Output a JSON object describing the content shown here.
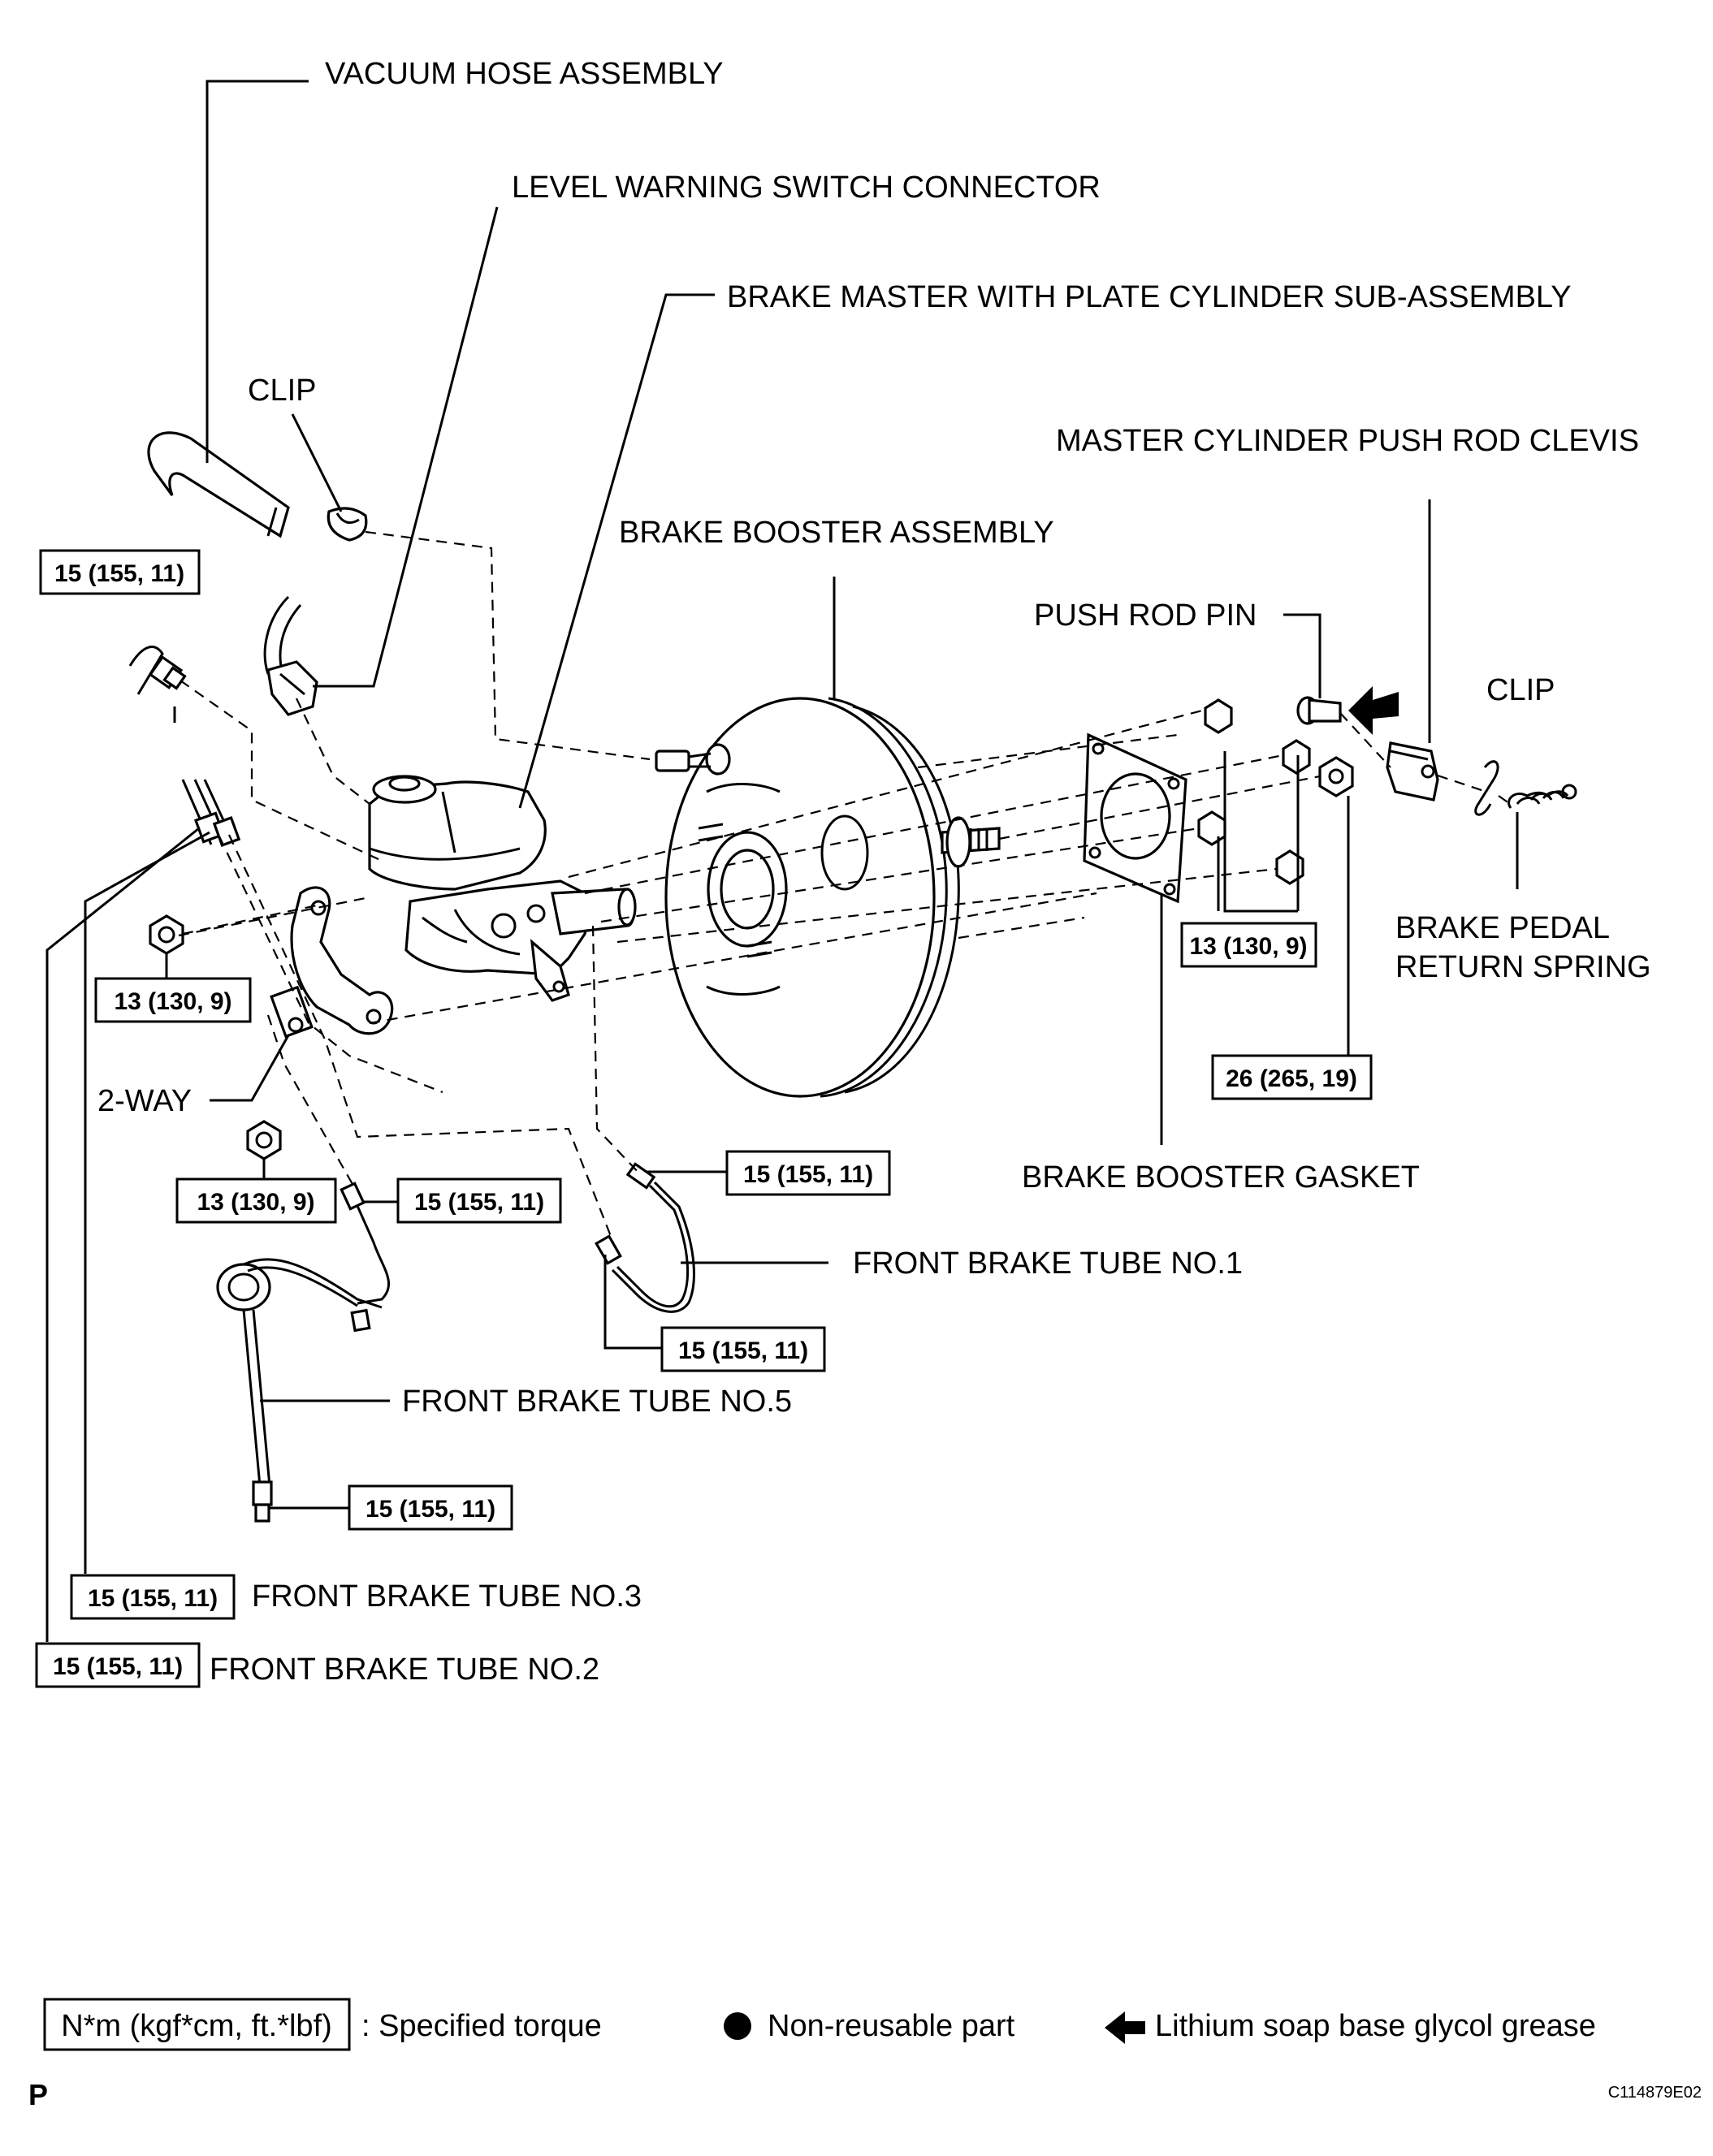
{
  "labels": {
    "vacuum_hose": "VACUUM HOSE ASSEMBLY",
    "level_warning": "LEVEL WARNING SWITCH CONNECTOR",
    "brake_master": "BRAKE MASTER WITH PLATE CYLINDER SUB-ASSEMBLY",
    "clip_left": "CLIP",
    "push_rod_clevis": "MASTER CYLINDER PUSH ROD CLEVIS",
    "brake_booster": "BRAKE BOOSTER ASSEMBLY",
    "push_rod_pin": "PUSH ROD PIN",
    "clip_right": "CLIP",
    "return_spring_1": "BRAKE PEDAL",
    "return_spring_2": "RETURN SPRING",
    "two_way": "2-WAY",
    "booster_gasket": "BRAKE BOOSTER GASKET",
    "front_tube_1": "FRONT BRAKE TUBE NO.1",
    "front_tube_5": "FRONT BRAKE TUBE NO.5",
    "front_tube_3": "FRONT BRAKE TUBE NO.3",
    "front_tube_2": "FRONT BRAKE TUBE NO.2"
  },
  "torques": {
    "t_left_top": "15 (155, 11)",
    "t_master_nut": "13 (130, 9)",
    "t_booster_nuts": "13 (130, 9)",
    "t_clevis_nut": "26 (265, 19)",
    "t_lower_nut": "13 (130, 9)",
    "t_tube1_top": "15 (155, 11)",
    "t_tube5_top": "15 (155, 11)",
    "t_tube1_bottom": "15 (155, 11)",
    "t_tube5_bottom": "15 (155, 11)",
    "t_tube3": "15 (155, 11)",
    "t_tube2": "15 (155, 11)"
  },
  "legend": {
    "torque_box": "N*m (kgf*cm, ft.*lbf)",
    "torque_text": ": Specified torque",
    "nonreusable_text": "Non-reusable part",
    "grease_text": "Lithium soap base glycol grease"
  },
  "footer": {
    "page_letter": "P",
    "figure_code": "C114879E02"
  }
}
